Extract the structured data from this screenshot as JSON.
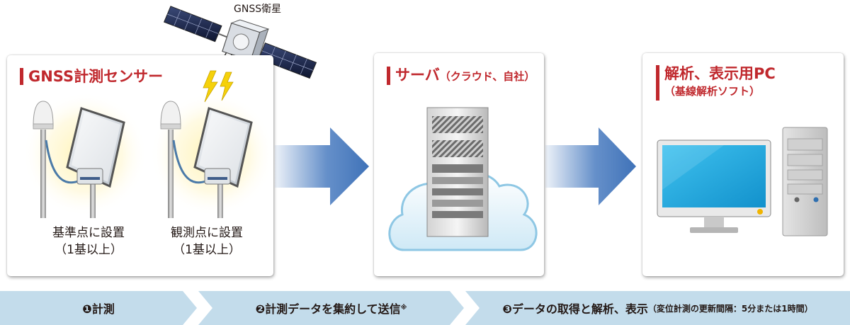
{
  "satellite": {
    "label": "GNSS衛星"
  },
  "sensor_panel": {
    "title": "GNSS計測センサー",
    "reference": {
      "line1": "基準点に設置",
      "line2": "（1基以上）"
    },
    "observation": {
      "line1": "観測点に設置",
      "line2": "（1基以上）"
    }
  },
  "server_panel": {
    "title_main": "サーバ",
    "title_sub": "（クラウド、自社）"
  },
  "pc_panel": {
    "title_line1": "解析、表示用PC",
    "title_line2": "（基線解析ソフト）"
  },
  "steps": [
    {
      "label": "❶計測"
    },
    {
      "label": "❷計測データを集約して送信",
      "mark": "※"
    },
    {
      "label": "❸データの取得と解析、表示",
      "note": "（変位計測の更新間隔：5分または1時間）"
    }
  ],
  "colors": {
    "accent": "#c0282d",
    "arrow": "#4a7cc0",
    "step_bg": "#c3dceb"
  }
}
